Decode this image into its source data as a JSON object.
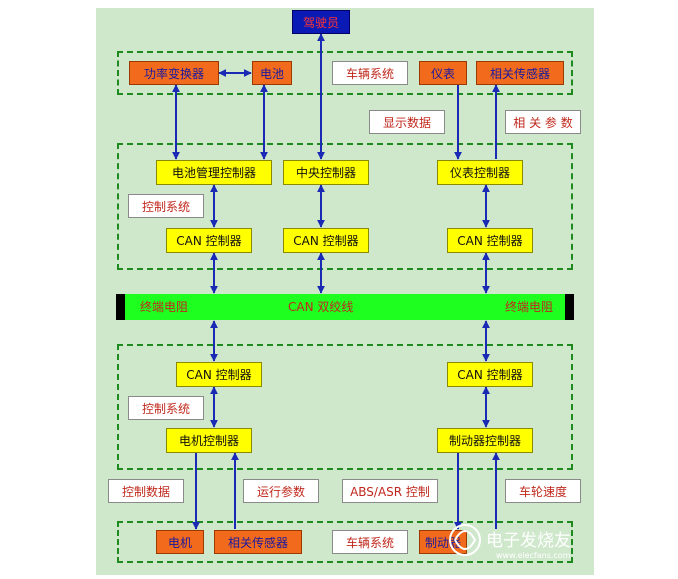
{
  "driver": "驾驶员",
  "top_group": {
    "power_converter": "功率变换器",
    "battery": "电池",
    "vehicle_system": "车辆系统",
    "instrument": "仪表",
    "related_sensors": "相关传感器"
  },
  "notes": {
    "display_data": "显示数据",
    "related_params": "相 关 参 数",
    "control_system_upper": "控制系统",
    "control_system_lower": "控制系统",
    "control_data": "控制数据",
    "run_params": "运行参数",
    "abs_asr": "ABS/ASR 控制",
    "wheel_speed": "车轮速度"
  },
  "upper_group": {
    "bms": "电池管理控制器",
    "central": "中央控制器",
    "instrument_ctrl": "仪表控制器",
    "can1": "CAN 控制器",
    "can2": "CAN 控制器",
    "can3": "CAN 控制器"
  },
  "bus": {
    "left_term": "终端电阻",
    "center": "CAN 双绞线",
    "right_term": "终端电阻"
  },
  "lower_group": {
    "can_left": "CAN 控制器",
    "can_right": "CAN 控制器",
    "motor_ctrl": "电机控制器",
    "brake_ctrl": "制动器控制器"
  },
  "bottom_group": {
    "motor": "电机",
    "related_sensors": "相关传感器",
    "vehicle_system": "车辆系统",
    "brake": "制动器"
  },
  "watermark": {
    "title": "电子发烧友",
    "url": "www.elecfans.com"
  },
  "colors": {
    "panel": "#cfe8cc",
    "orange": "#f26a1b",
    "yellow": "#ffff00",
    "bus": "#1fff1f",
    "arrow": "#1a2ab5",
    "frame": "#1f8a1f"
  }
}
